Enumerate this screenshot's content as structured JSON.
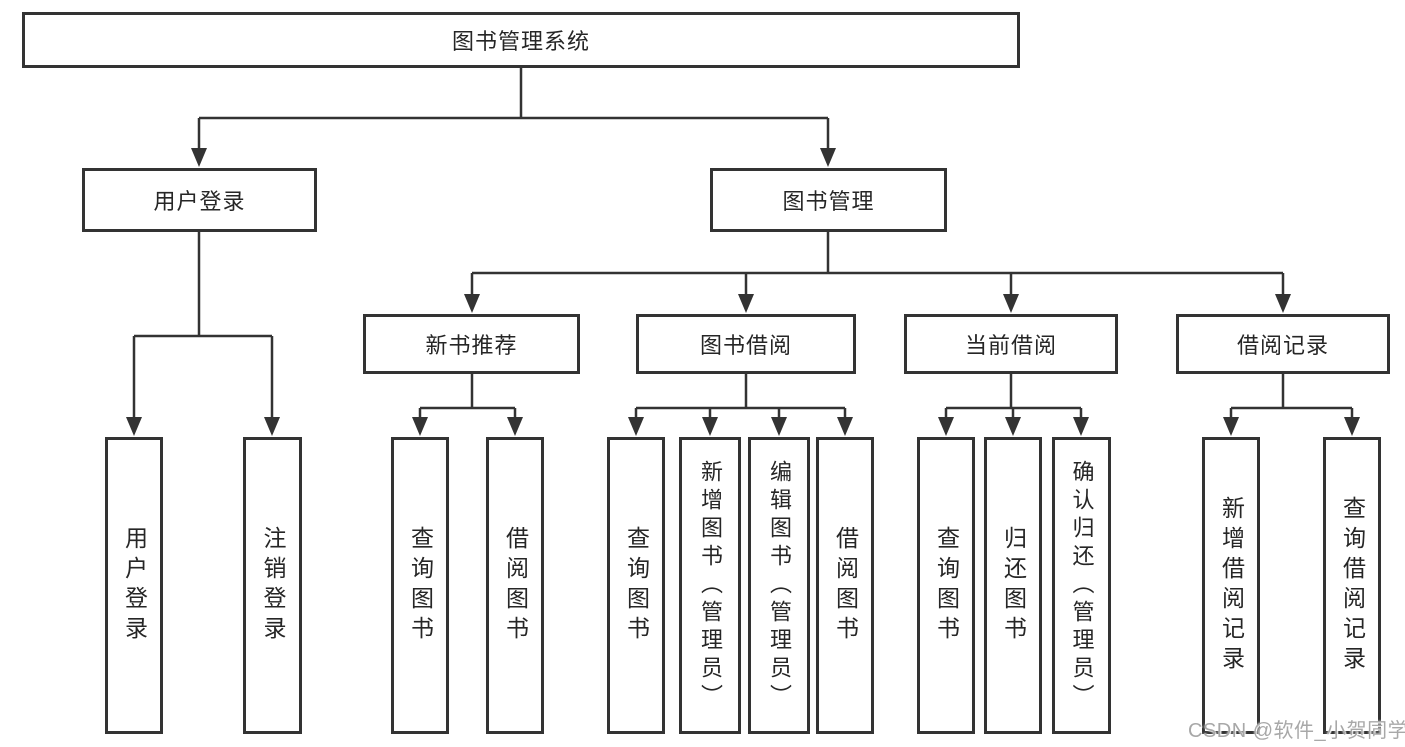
{
  "diagram": {
    "root_label": "图书管理系统",
    "level2": {
      "user_login": "用户登录",
      "book_management": "图书管理"
    },
    "level3": {
      "new_book_recommend": "新书推荐",
      "book_borrowing": "图书借阅",
      "current_borrowing": "当前借阅",
      "borrowing_records": "借阅记录"
    },
    "leaves": {
      "user_login": [
        "用户登录",
        "注销登录"
      ],
      "new_book_recommend": [
        "查询图书",
        "借阅图书"
      ],
      "book_borrowing": [
        "查询图书",
        "新增图书（管理员）",
        "编辑图书（管理员）",
        "借阅图书"
      ],
      "current_borrowing": [
        "查询图书",
        "归还图书",
        "确认归还（管理员）"
      ],
      "borrowing_records": [
        "新增借阅记录",
        "查询借阅记录"
      ]
    }
  },
  "watermark": {
    "text": "CSDN @软件_小贺同学",
    "color": "#a8a8a8"
  },
  "colors": {
    "line": "#333333",
    "box_border": "#333333",
    "text": "#262626",
    "background": "#ffffff"
  }
}
